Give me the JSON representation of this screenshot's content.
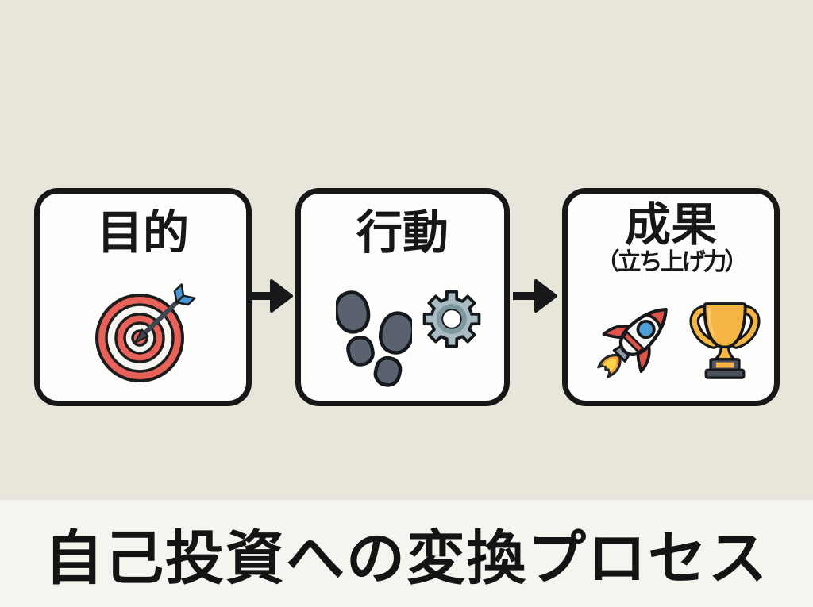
{
  "banner": {
    "title": "自己投資への変換プロセス"
  },
  "flow": {
    "steps": [
      {
        "id": "purpose",
        "label": "目的",
        "icons": [
          "target-arrow-icon"
        ]
      },
      {
        "id": "action",
        "label": "行動",
        "icons": [
          "footsteps-icon",
          "gear-icon"
        ]
      },
      {
        "id": "outcome",
        "label": "成果",
        "sublabel": "（立ち上げ力）",
        "icons": [
          "rocket-icon",
          "trophy-icon"
        ]
      }
    ],
    "connector": "arrow-right"
  },
  "colors": {
    "background": "#e8e5da",
    "banner_background": "#f5f4ef",
    "box_fill": "#fdfdfc",
    "outline": "#171717",
    "target_red": "#e8625a",
    "target_white": "#f7f5f0",
    "dart_blue": "#4a96d8",
    "dart_shaft": "#3d4752",
    "footprint_gray": "#59626e",
    "gear_body": "#a9bcc3",
    "gear_ring": "#7f98a0",
    "rocket_red": "#e0534a",
    "rocket_window_blue": "#4d9fd8",
    "flame_orange": "#f6a43a",
    "flame_yellow": "#fbd34c",
    "trophy_gold": "#f5b544",
    "base_slate": "#4b535e"
  }
}
